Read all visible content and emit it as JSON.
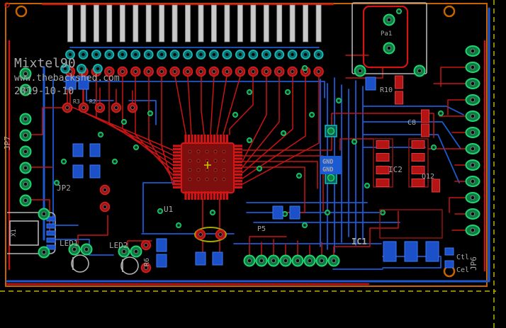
{
  "colors": {
    "background": "#000000",
    "copper_top_red": "#c81414",
    "copper_bottom_blue": "#1b5ad2",
    "pad_green": "#1fd46e",
    "pad_teal": "#17b9b9",
    "silkscreen_gray": "#b4b4b4",
    "board_outline_orange": "#c86400",
    "dimension_yellow": "#b4b400",
    "label_blue": "#3c78f0"
  },
  "texts": {
    "title_line1": "Mixtel90",
    "title_line2": "www.thebackshed.com",
    "title_line3": "2019-10-10",
    "jp7": "JP7",
    "jp2": "JP2",
    "jp6": "JP6",
    "u1": "U1",
    "x1": "X1",
    "led1": "LED1",
    "led2": "LED2",
    "r6": "R6",
    "r3": "R3",
    "r2": "R2",
    "p5": "P5",
    "r10": "R10",
    "c8": "C8",
    "ic2": "IC2",
    "q12": "Q12",
    "ic1": "IC1",
    "gnd_top": "GND",
    "gnd_bottom": "GND",
    "ctl": "Ctl",
    "cel": "Cel",
    "pa1": "Pa1"
  }
}
